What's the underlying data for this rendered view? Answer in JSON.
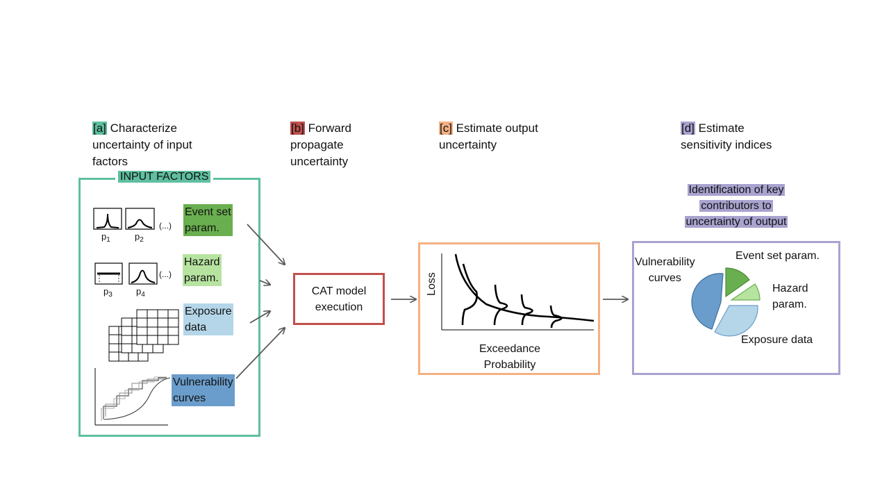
{
  "steps": [
    {
      "tag": "[a]",
      "text": " Characterize\nuncertainty of input\nfactors",
      "tag_color": "#5fbfa0"
    },
    {
      "tag": "[b]",
      "text": " Forward\npropagate\nuncertainty",
      "tag_color": "#c0504d"
    },
    {
      "tag": "[c]",
      "text": " Estimate output\nuncertainty",
      "tag_color": "#f4b183"
    },
    {
      "tag": "[d]",
      "text": " Estimate\nsensitivity indices",
      "tag_color": "#a8a3cf"
    }
  ],
  "input_factors": {
    "header": "INPUT FACTORS",
    "event_set": "Event set\nparam.",
    "hazard": "Hazard\nparam.",
    "exposure": "Exposure\ndata",
    "vulnerability": "Vulnerability\ncurves",
    "ellipsis1": "(...)",
    "ellipsis2": "(...)",
    "params": [
      {
        "p": "p",
        "sub": "1"
      },
      {
        "p": "p",
        "sub": "2"
      },
      {
        "p": "p",
        "sub": "3"
      },
      {
        "p": "p",
        "sub": "4"
      }
    ]
  },
  "cat_model": {
    "label": "CAT model\nexecution"
  },
  "output_plot": {
    "ylabel": "Loss",
    "xlabel": "Exceedance\nProbability"
  },
  "sensitivity": {
    "identification": "Identification of key\ncontributors to\nuncertainty of output",
    "labels": {
      "vulnerability": "Vulnerability\ncurves",
      "event_set": "Event set param.",
      "hazard": "Hazard\nparam.",
      "exposure": "Exposure data"
    }
  },
  "colors": {
    "teal": "#5fbfa0",
    "red": "#c0504d",
    "orange": "#f4b183",
    "purple": "#a8a3cf",
    "event_green": "#6aaf4f",
    "hazard_green": "#b7e3a0",
    "exposure_blue": "#b4d6e8",
    "vuln_blue": "#6a9dcb",
    "arrow": "#595959"
  }
}
